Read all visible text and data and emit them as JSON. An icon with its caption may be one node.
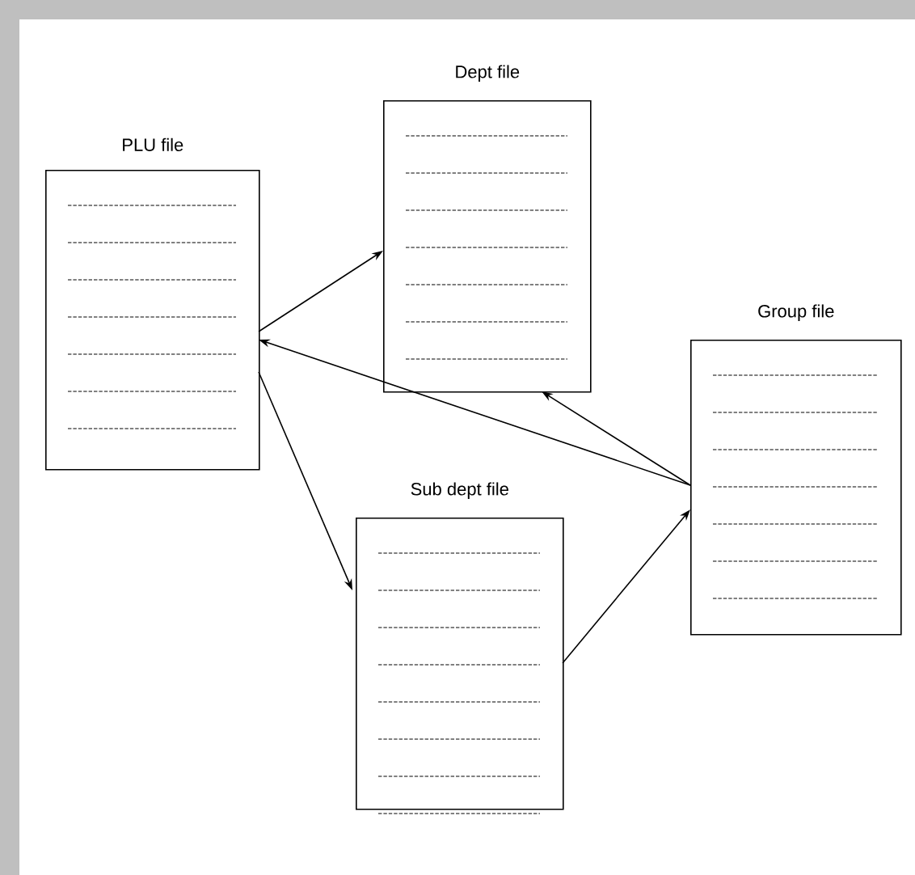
{
  "diagram": {
    "nodes": [
      {
        "text": [
          "PLU file"
        ]
      },
      {
        "text": [
          "Dept file"
        ]
      },
      {
        "text": [
          "Group file"
        ]
      },
      {
        "text": [
          "Sub dept file"
        ]
      }
    ],
    "edges": [
      {
        "from": 0,
        "to": 1,
        "arrow": "to"
      },
      {
        "from": 0,
        "to": 3,
        "arrow": "to"
      },
      {
        "from": 2,
        "to": 0,
        "arrow": "to"
      },
      {
        "from": 2,
        "to": 1,
        "arrow": "to"
      },
      {
        "from": 3,
        "to": 2,
        "arrow": "to"
      }
    ]
  }
}
